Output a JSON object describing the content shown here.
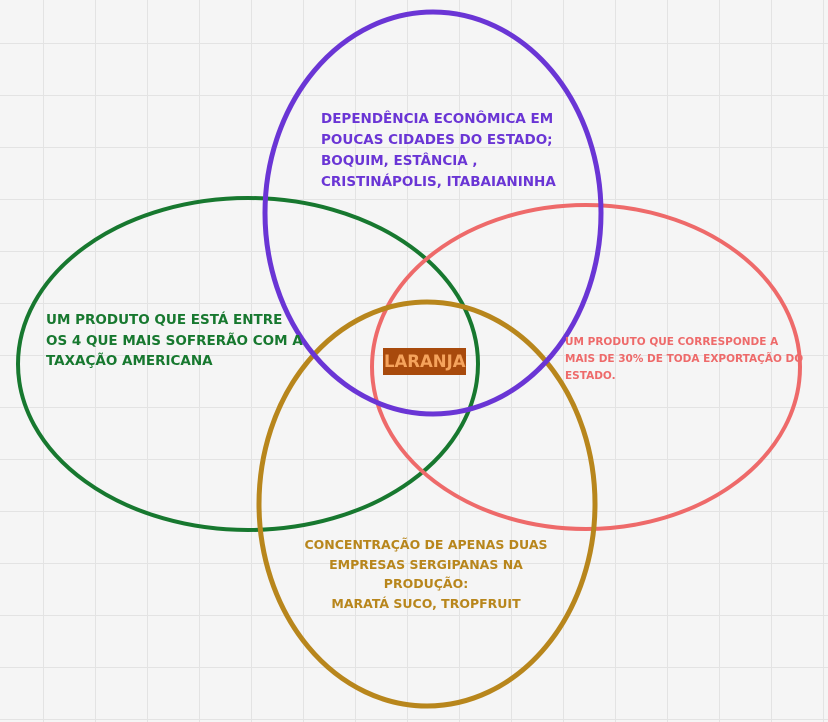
{
  "diagram": {
    "center": {
      "text": "LARANJA",
      "text_color": "#F5A35C",
      "background_color": "#A84A0C"
    },
    "circles": [
      {
        "id": "purple",
        "color": "#6A35D5",
        "text_color": "#6A35D5",
        "text": "DEPENDÊNCIA ECONÔMICA EM\nPOUCAS CIDADES DO ESTADO;\nBOQUIM, ESTÂNCIA ,\nCRISTINÁPOLIS, ITABAIANINHA"
      },
      {
        "id": "green",
        "color": "#17782F",
        "text_color": "#17782F",
        "text": "UM PRODUTO QUE ESTÁ ENTRE\nOS 4 QUE MAIS SOFRERÃO COM A\nTAXAÇÃO AMERICANA"
      },
      {
        "id": "red",
        "color": "#EE6A6A",
        "text_color": "#EE6A6A",
        "text": "UM PRODUTO QUE CORRESPONDE A\nMAIS DE 30% DE TODA EXPORTAÇÃO DO\nESTADO."
      },
      {
        "id": "gold",
        "color": "#B8861C",
        "text_color": "#B8861C",
        "text": "CONCENTRAÇÃO DE APENAS DUAS\nEMPRESAS SERGIPANAS NA\nPRODUÇÃO:\nMARATÁ SUCO, TROPFRUIT"
      }
    ]
  }
}
